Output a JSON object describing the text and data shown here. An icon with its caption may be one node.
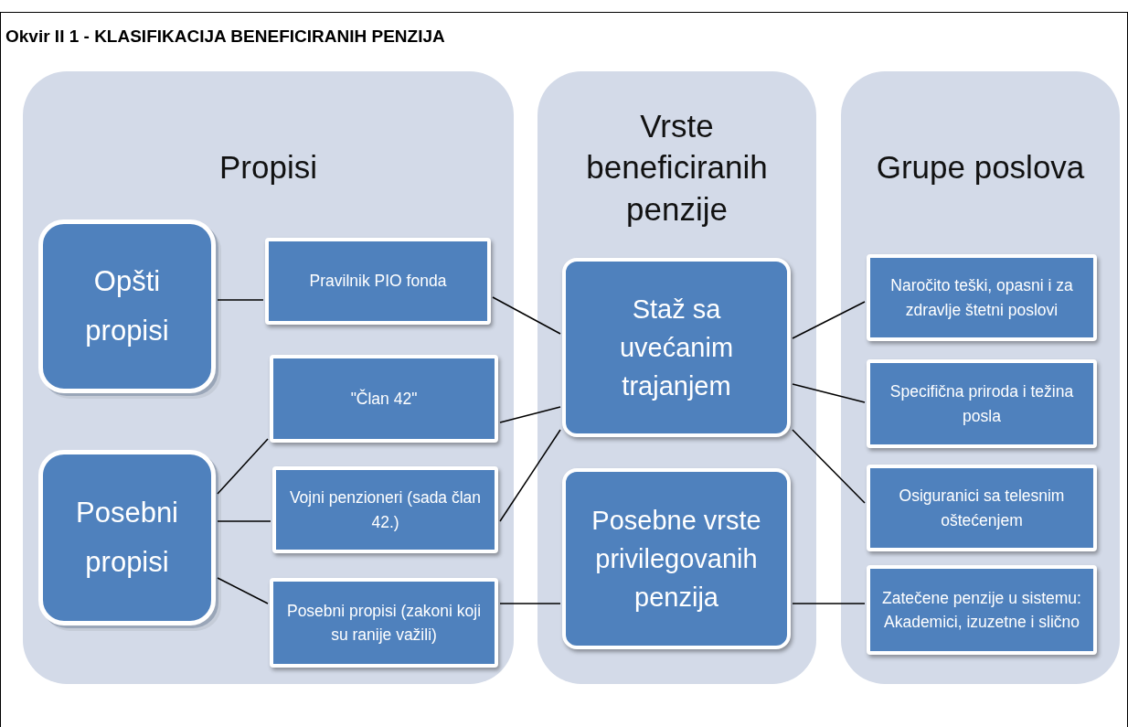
{
  "diagram": {
    "title": "Okvir II 1 - KLASIFIKACIJA BENEFICIRANIH PENZIJA",
    "nodes": [
      {
        "text": [
          "Propisi"
        ]
      },
      {
        "text": [
          "Opšti propisi"
        ],
        "in": 0
      },
      {
        "text": [
          "Pravilnik PIO fonda"
        ],
        "in": 0
      },
      {
        "text": [
          "\"Član 42\""
        ],
        "in": 0
      },
      {
        "text": [
          "Posebni propisi"
        ],
        "in": 0
      },
      {
        "text": [
          "Vojni penzioneri (sada član 42.)"
        ],
        "in": 0
      },
      {
        "text": [
          "Posebni propisi (zakoni koji su ranije važili)"
        ],
        "in": 0
      },
      {
        "text": [
          "Vrste beneficiranih penzije"
        ]
      },
      {
        "text": [
          "Staž sa uvećanim trajanjem"
        ],
        "in": 7
      },
      {
        "text": [
          "Posebne vrste privilegovanih penzija"
        ],
        "in": 7
      },
      {
        "text": [
          "Grupe poslova"
        ]
      },
      {
        "text": [
          "Naročito teški, opasni i za zdravlje štetni poslovi"
        ],
        "in": 10
      },
      {
        "text": [
          "Specifična priroda i težina posla"
        ],
        "in": 10
      },
      {
        "text": [
          "Osiguranici sa telesnim oštećenjem"
        ],
        "in": 10
      },
      {
        "text": [
          "Zatečene penzije u sistemu: Akademici, izuzetne i slično"
        ],
        "in": 10
      }
    ],
    "edges": [
      {
        "from": 1,
        "to": 2,
        "arrow": "none"
      },
      {
        "from": 2,
        "to": 8,
        "arrow": "none"
      },
      {
        "from": 3,
        "to": 8,
        "arrow": "none"
      },
      {
        "from": 5,
        "to": 8,
        "arrow": "none"
      },
      {
        "from": 4,
        "to": 3,
        "arrow": "none"
      },
      {
        "from": 4,
        "to": 5,
        "arrow": "none"
      },
      {
        "from": 4,
        "to": 6,
        "arrow": "none"
      },
      {
        "from": 6,
        "to": 9,
        "arrow": "none"
      },
      {
        "from": 8,
        "to": 11,
        "arrow": "none"
      },
      {
        "from": 8,
        "to": 12,
        "arrow": "none"
      },
      {
        "from": 8,
        "to": 13,
        "arrow": "none"
      },
      {
        "from": 9,
        "to": 14,
        "arrow": "none"
      }
    ]
  }
}
